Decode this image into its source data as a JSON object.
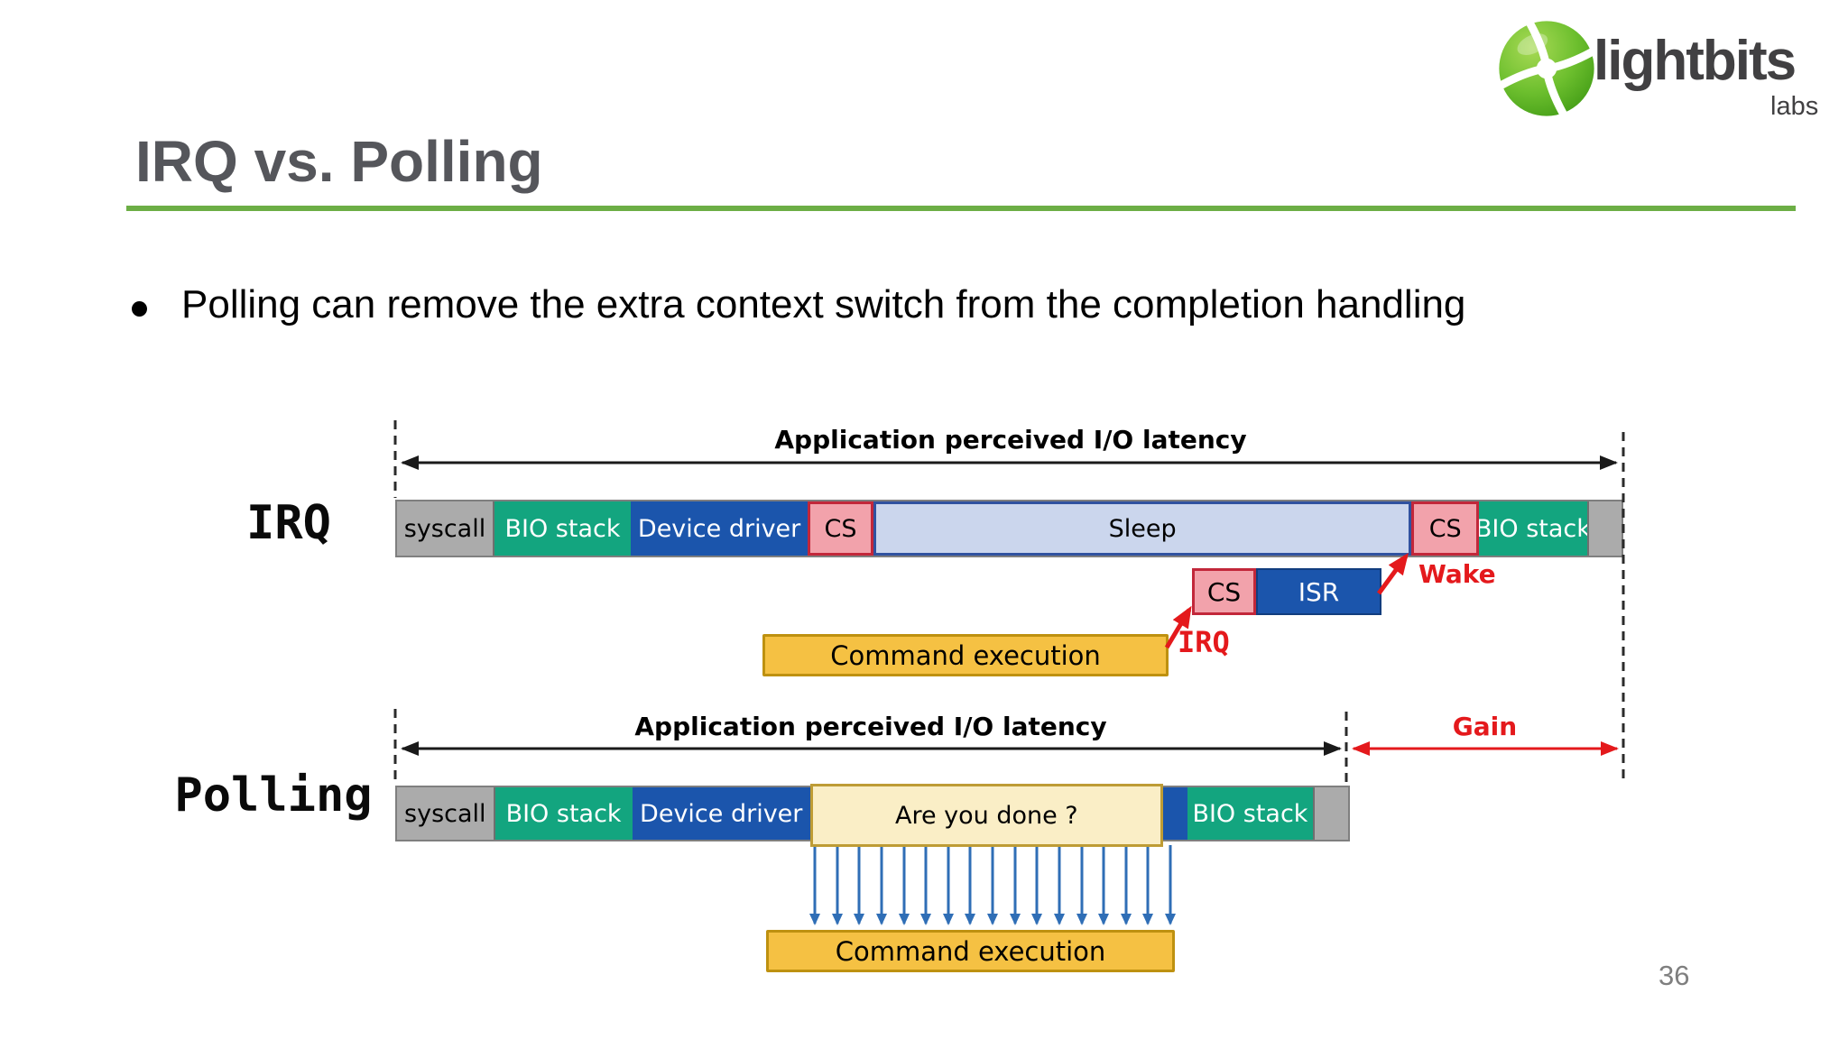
{
  "slide": {
    "title": "IRQ vs. Polling",
    "bullet": "Polling can remove the extra context switch from the completion handling",
    "page_number": "36"
  },
  "logo": {
    "name": "lightbits",
    "sub": "labs"
  },
  "icons": {
    "logo": "lightbits-pinwheel-icon"
  },
  "diagram": {
    "irq_section": {
      "row_label": "IRQ",
      "latency_label": "Application perceived I/O latency",
      "bar": {
        "segments": [
          {
            "label": "syscall"
          },
          {
            "label": "BIO stack"
          },
          {
            "label": "Device driver"
          },
          {
            "label": "CS"
          },
          {
            "label": "Sleep"
          },
          {
            "label": "CS"
          },
          {
            "label": "BIO stack"
          },
          {
            "label": ""
          }
        ]
      },
      "cs_label": "CS",
      "isr_label": "ISR",
      "irq_callout": "IRQ",
      "wake_callout": "Wake",
      "command_execution": "Command execution"
    },
    "polling_section": {
      "row_label": "Polling",
      "latency_label": "Application perceived I/O latency",
      "gain_label": "Gain",
      "bar": {
        "segments": [
          {
            "label": "syscall"
          },
          {
            "label": "BIO stack"
          },
          {
            "label": "Device driver"
          },
          {
            "label": "Are you done ?"
          },
          {
            "label": ""
          },
          {
            "label": "BIO stack"
          },
          {
            "label": ""
          }
        ]
      },
      "command_execution": "Command execution"
    },
    "colors": {
      "bio_stack_green": "#13A57F",
      "device_driver_blue": "#1B55AC",
      "cs_pink_fill": "#F2A2AB",
      "cs_red_border": "#C2273A",
      "sleep_fill": "#CBD6ED",
      "sleep_border": "#3052A0",
      "syscall_gray": "#ABABAB",
      "command_yellow": "#F5C143",
      "command_border": "#BE9110",
      "poll_cream_fill": "#FAEEC6",
      "poll_cream_border": "#BE9C35",
      "accent_red": "#E4191C",
      "poll_arrow_blue": "#2F6EB6",
      "brand_green": "#6CAE45",
      "title_gray": "#55565B"
    }
  }
}
